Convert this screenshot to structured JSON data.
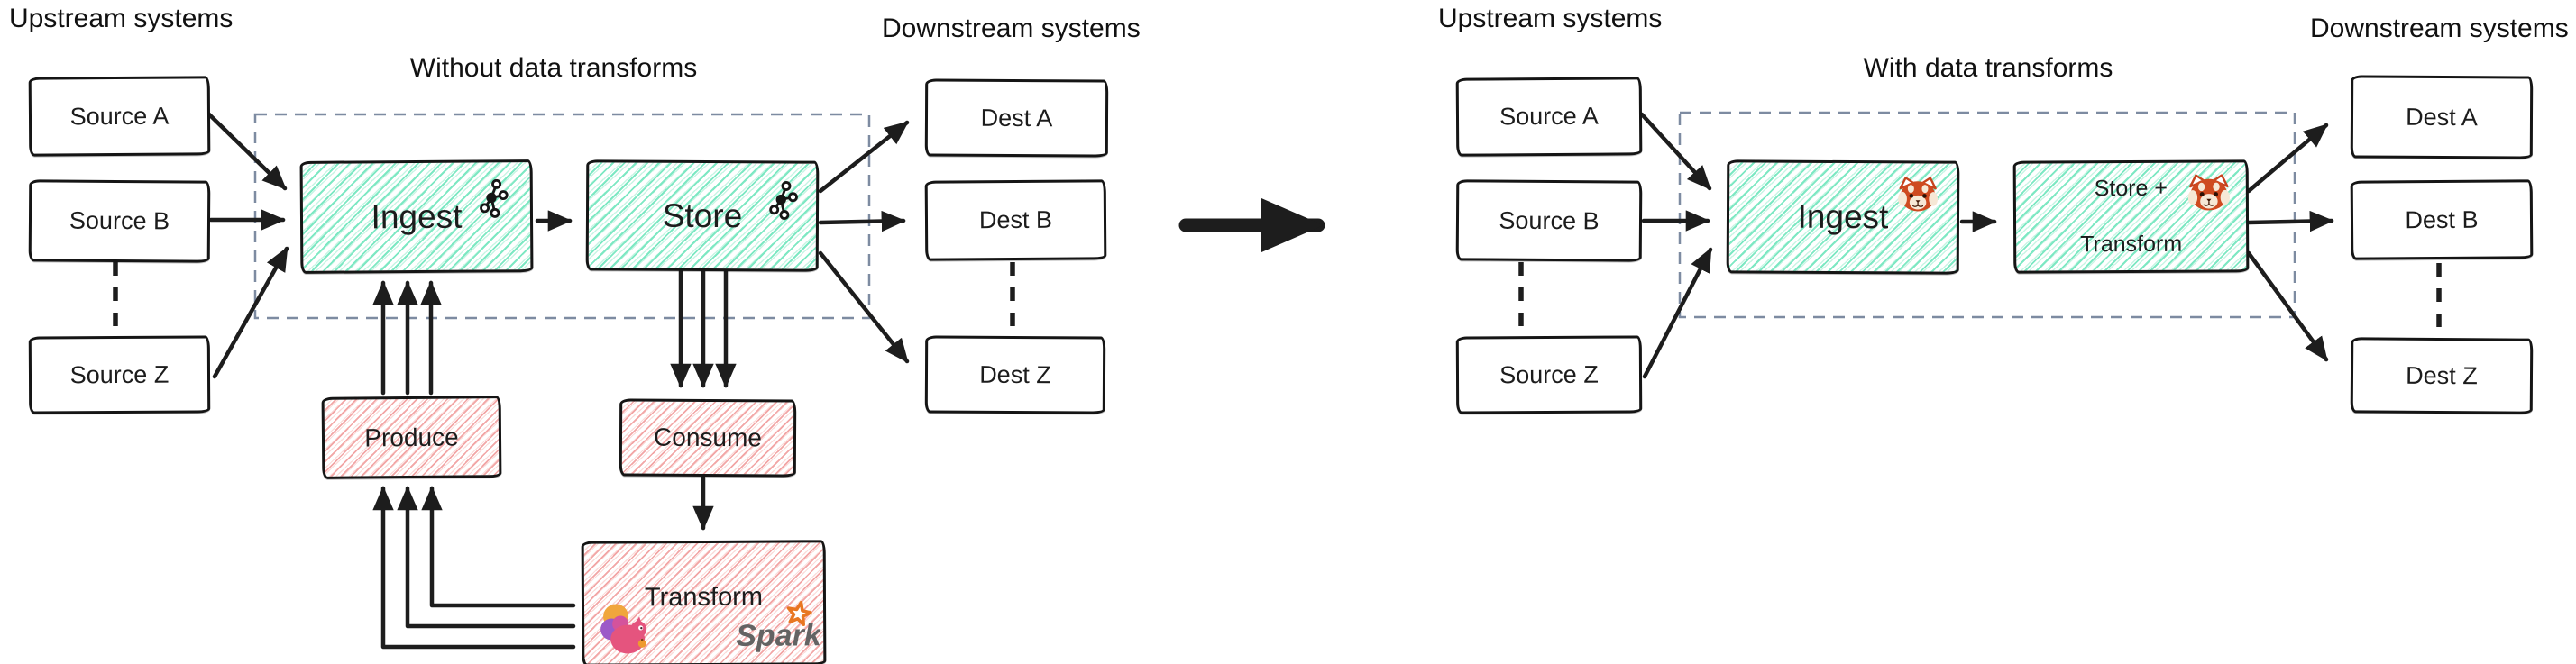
{
  "colors": {
    "ink": "#1D1D1D",
    "teal": "#7DE8C3",
    "teal-light": "#C8F5E4",
    "pink": "#F2A6A6",
    "pink-light": "#FBDCDA",
    "dash": "#7D8BA1",
    "spark-orange": "#E87722",
    "spark-gray": "#636363",
    "panda-red": "#CE4A20",
    "flink-pink": "#E5547E"
  },
  "left_diagram": {
    "upstream_label": "Upstream systems",
    "downstream_label": "Downstream systems",
    "title": "Without data transforms",
    "sources": [
      "Source A",
      "Source B",
      "Source Z"
    ],
    "dests": [
      "Dest A",
      "Dest B",
      "Dest Z"
    ],
    "ingest_label": "Ingest",
    "store_label": "Store",
    "produce_label": "Produce",
    "consume_label": "Consume",
    "transform_label": "Transform",
    "spark_text": "Spark",
    "icons": {
      "ingest": "kafka-icon",
      "store": "kafka-icon",
      "transform": [
        "flink-squirrel-icon",
        "spark-logo"
      ]
    }
  },
  "right_diagram": {
    "upstream_label": "Upstream systems",
    "downstream_label": "Downstream systems",
    "title": "With data transforms",
    "sources": [
      "Source A",
      "Source B",
      "Source Z"
    ],
    "dests": [
      "Dest A",
      "Dest B",
      "Dest Z"
    ],
    "ingest_label": "Ingest",
    "store_transform_lines": [
      "Store +",
      "Transform"
    ],
    "icons": {
      "ingest": "redpanda-icon",
      "store_transform": "redpanda-icon"
    }
  }
}
